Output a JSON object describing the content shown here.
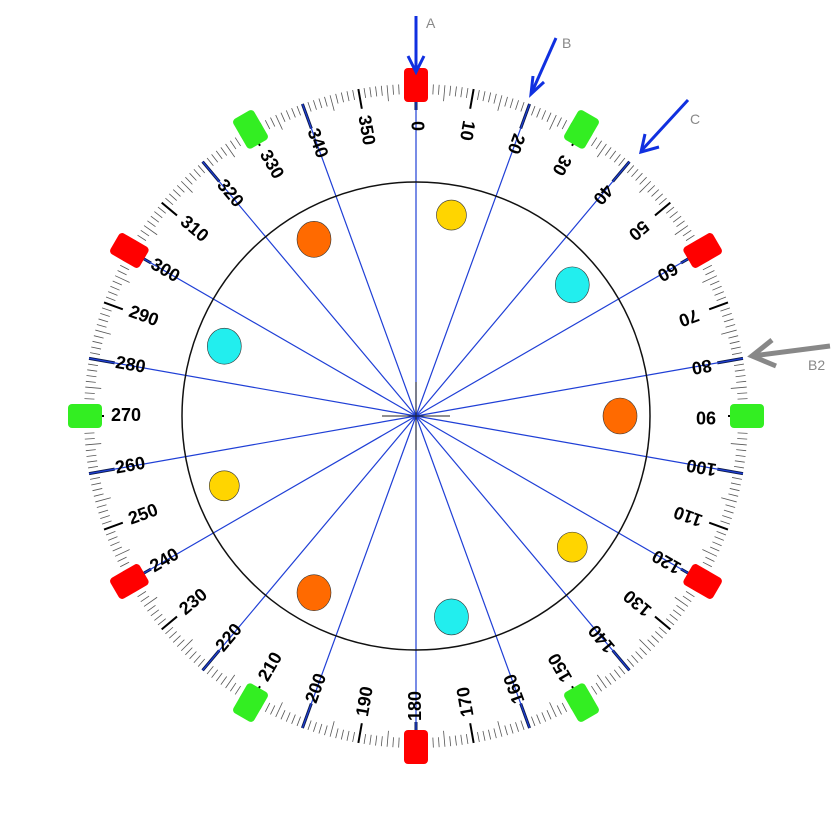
{
  "dial": {
    "degree_labels": [
      "0",
      "10",
      "20",
      "30",
      "40",
      "50",
      "60",
      "70",
      "80",
      "90",
      "100",
      "110",
      "120",
      "130",
      "140",
      "150",
      "160",
      "170",
      "180",
      "190",
      "200",
      "210",
      "220",
      "230",
      "240",
      "250",
      "260",
      "270",
      "280",
      "290",
      "300",
      "310",
      "320",
      "330",
      "340",
      "350"
    ],
    "spoke_angles_deg": [
      0,
      20,
      40,
      60,
      80,
      100,
      120,
      140,
      160,
      180,
      200,
      220,
      240,
      260,
      280,
      300,
      320,
      340
    ],
    "colors": {
      "spoke": "#1f3fd6",
      "outer_dark_marks": "#0b1a4a",
      "red_tab": "#ff0000",
      "green_tab": "#33ee22",
      "circle_orange": "#ff6a00",
      "circle_yellow": "#ffd500",
      "circle_cyan": "#22eeee",
      "arrow_blue": "#1030e0",
      "arrow_gray": "#888888"
    },
    "tabs": [
      {
        "angle_deg": 0,
        "color": "red"
      },
      {
        "angle_deg": 30,
        "color": "green"
      },
      {
        "angle_deg": 60,
        "color": "red"
      },
      {
        "angle_deg": 90,
        "color": "green"
      },
      {
        "angle_deg": 120,
        "color": "red"
      },
      {
        "angle_deg": 150,
        "color": "green"
      },
      {
        "angle_deg": 180,
        "color": "red"
      },
      {
        "angle_deg": 210,
        "color": "green"
      },
      {
        "angle_deg": 240,
        "color": "red"
      },
      {
        "angle_deg": 270,
        "color": "green"
      },
      {
        "angle_deg": 300,
        "color": "red"
      },
      {
        "angle_deg": 330,
        "color": "green"
      }
    ],
    "inner_circles": [
      {
        "angle_deg": 10,
        "color": "yellow"
      },
      {
        "angle_deg": 50,
        "color": "cyan"
      },
      {
        "angle_deg": 90,
        "color": "orange"
      },
      {
        "angle_deg": 130,
        "color": "yellow"
      },
      {
        "angle_deg": 170,
        "color": "cyan"
      },
      {
        "angle_deg": 210,
        "color": "orange"
      },
      {
        "angle_deg": 250,
        "color": "yellow"
      },
      {
        "angle_deg": 290,
        "color": "cyan"
      },
      {
        "angle_deg": 330,
        "color": "orange"
      }
    ]
  },
  "arrows": [
    {
      "label": "A",
      "color": "blue"
    },
    {
      "label": "B",
      "color": "blue"
    },
    {
      "label": "C",
      "color": "blue"
    },
    {
      "label": "B2",
      "color": "gray"
    }
  ]
}
